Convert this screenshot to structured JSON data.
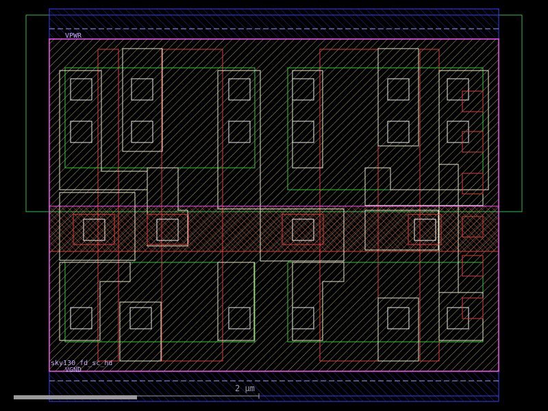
{
  "labels": {
    "vpwr": "VPWR",
    "vgnd": "VGND",
    "cell_name": "sky130_fd_sc_hd"
  },
  "scale_bar": {
    "text": "2 µm"
  },
  "layers": {
    "nwell_color": "#2fbf4f",
    "nsdm_color": "#6f4f2f",
    "poly_color": "#e03b3b",
    "diff_color": "#39c93d",
    "li_color": "#e8e8c8",
    "contact_color": "#f0f0f0",
    "met1_color": "#3b3bff",
    "boundary_color": "#ff4fff"
  },
  "status": {
    "progress": 0.25
  }
}
